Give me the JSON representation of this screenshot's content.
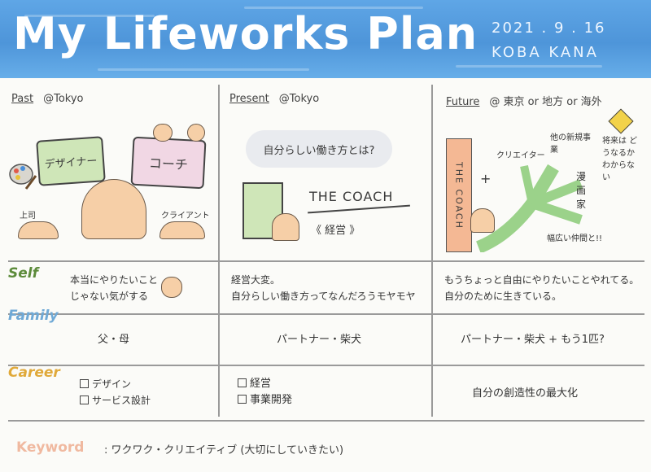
{
  "header": {
    "title": "My Lifeworks Plan",
    "date": "2021 . 9 . 16",
    "author": "KOBA KANA"
  },
  "columns": {
    "past": {
      "label": "Past",
      "location": "@Tokyo"
    },
    "present": {
      "label": "Present",
      "location": "@Tokyo"
    },
    "future": {
      "label": "Future",
      "location": "@ 東京 or 地方 or 海外"
    }
  },
  "illustrations": {
    "past": {
      "sign_left": "デザイナー",
      "sign_right": "コーチ",
      "boss": "上司",
      "client": "クライアント"
    },
    "present": {
      "bubble": "自分らしい働き方とは?",
      "coach": "THE COACH",
      "role": "《 経営 》"
    },
    "future": {
      "banner": "THE COACH",
      "creator": "クリエイター",
      "new_biz": "他の新規事業",
      "manga": "漫画家",
      "question": "将来は どうなるか わからない",
      "friends": "幅広い仲間と!!"
    }
  },
  "rows": {
    "self": {
      "label": "Self",
      "past": [
        "本当にやりたいこと",
        "じゃない気がする"
      ],
      "present": [
        "経営大変。",
        "自分らしい働き方ってなんだろうモヤモヤ"
      ],
      "future": [
        "もうちょっと自由にやりたいことやれてる。",
        "自分のために生きている。"
      ]
    },
    "family": {
      "label": "Family",
      "past": "父・母",
      "present": "パートナー・柴犬",
      "future": "パートナー・柴犬 + もう1匹?"
    },
    "career": {
      "label": "Career",
      "past": [
        "デザイン",
        "サービス設計"
      ],
      "present": [
        "経営",
        "事業開発"
      ],
      "future": "自分の創造性の最大化"
    }
  },
  "keyword": {
    "label": "Keyword",
    "text": ": ワクワク・クリエイティブ (大切にしていきたい)"
  },
  "colors": {
    "self": "#5c8b3a",
    "family": "#6fa9d6",
    "career": "#e0a93a",
    "keyword": "#f0b9a0",
    "header": "#4e95d9"
  }
}
